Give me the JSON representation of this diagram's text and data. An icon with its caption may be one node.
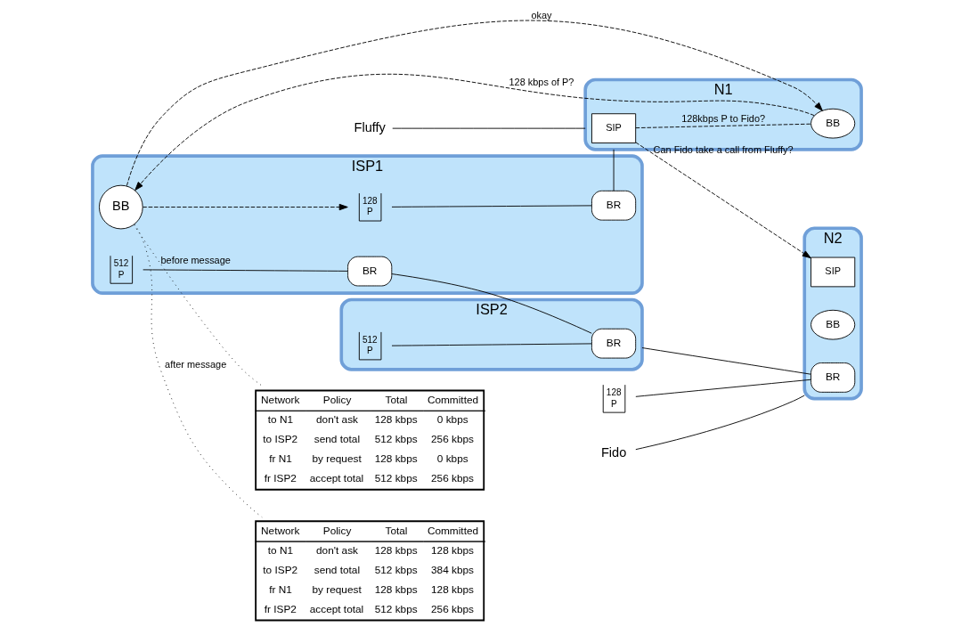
{
  "diagram": {
    "nodes": [
      {
        "text": [
          "N1"
        ]
      },
      {
        "text": [
          "SIP"
        ],
        "in": 0
      },
      {
        "text": [
          "BB"
        ],
        "in": 0
      },
      {
        "text": [
          "ISP1"
        ]
      },
      {
        "text": [
          "BR"
        ],
        "in": 3
      },
      {
        "text": [
          "128 P"
        ],
        "in": 3
      },
      {
        "text": [
          "BR"
        ],
        "in": 3
      },
      {
        "text": [
          "512 P"
        ],
        "in": 3
      },
      {
        "text": [
          "BB"
        ],
        "in": 3
      },
      {
        "text": [
          "ISP2"
        ]
      },
      {
        "text": [
          "BR"
        ],
        "in": 9
      },
      {
        "text": [
          "512 P"
        ],
        "in": 9
      },
      {
        "text": [
          "N2"
        ]
      },
      {
        "text": [
          "BR"
        ],
        "in": 12
      },
      {
        "text": [
          "128 P"
        ]
      },
      {
        "text": [
          "BB"
        ],
        "in": 12
      },
      {
        "text": [
          "SIP"
        ],
        "in": 12
      },
      {
        "text": [
          "Fluffy"
        ]
      },
      {
        "text": [
          "Fido"
        ]
      },
      {
        "text": [
          "Network",
          "Policy",
          "Total",
          "Committed",
          "to N1",
          "don't ask",
          "128 kbps",
          "0 kbps",
          "to ISP2",
          "send total",
          "512 kbps",
          "256 kbps",
          "fr N1",
          "by request",
          "128 kbps",
          "0 kbps",
          "fr ISP2",
          "accept total",
          "512 kbps",
          "256 kbps"
        ]
      },
      {
        "text": [
          "Network",
          "Policy",
          "Total",
          "Committed",
          "to N1",
          "don't ask",
          "128 kbps",
          "128 kbps",
          "to ISP2",
          "send total",
          "512 kbps",
          "384 kbps",
          "fr N1",
          "by request",
          "128 kbps",
          "128 kbps",
          "fr ISP2",
          "accept total",
          "512 kbps",
          "256 kbps"
        ]
      }
    ],
    "edges": [
      {
        "from": 17,
        "to": 0,
        "arrow": "none"
      },
      {
        "from": 1,
        "to": 2,
        "arrow": "none",
        "style": "dashed",
        "label": "128kbps P to Fido?"
      },
      {
        "from": 2,
        "to": 8,
        "arrow": "to",
        "style": "dashed",
        "label": "128 kbps of P?"
      },
      {
        "from": 1,
        "to": 16,
        "arrow": "to",
        "style": "dashed",
        "label": "Can Fido take a call from Fluffy?"
      },
      {
        "from": 8,
        "to": 2,
        "arrow": "to",
        "style": "dashed",
        "label": "okay"
      },
      {
        "from": 8,
        "to": 5,
        "arrow": "to",
        "style": "dashed"
      },
      {
        "from": 4,
        "to": 0,
        "arrow": "none"
      },
      {
        "from": 5,
        "to": 4,
        "arrow": "none"
      },
      {
        "from": 7,
        "to": 6,
        "arrow": "none"
      },
      {
        "from": 6,
        "to": 10,
        "arrow": "none"
      },
      {
        "from": 11,
        "to": 10,
        "arrow": "none"
      },
      {
        "from": 9,
        "to": 13,
        "arrow": "none"
      },
      {
        "from": 14,
        "to": 13,
        "arrow": "none"
      },
      {
        "from": 18,
        "to": 12,
        "arrow": "none"
      },
      {
        "from": 8,
        "to": 19,
        "arrow": "none",
        "style": "dashed",
        "label": "before message"
      },
      {
        "from": 8,
        "to": 20,
        "arrow": "none",
        "style": "dashed",
        "label": "after message"
      }
    ]
  }
}
